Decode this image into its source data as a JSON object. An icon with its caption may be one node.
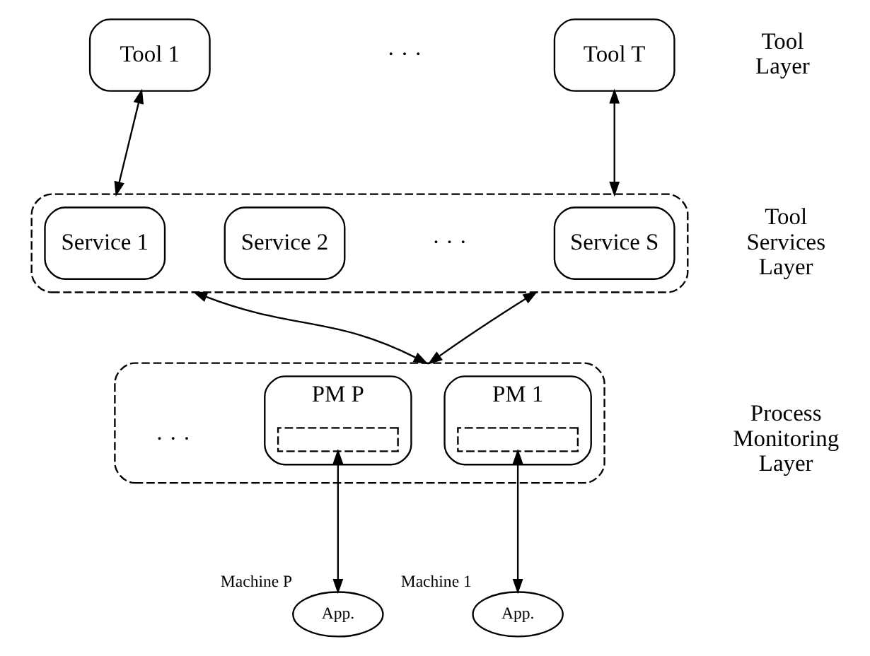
{
  "diagram": {
    "nodes": [
      {
        "text": [
          "Tool 1"
        ]
      },
      {
        "text": [
          "Tool T"
        ]
      },
      {
        "text": [],
        "shape": "box"
      },
      {
        "text": [
          "Service 1"
        ],
        "in": 2
      },
      {
        "text": [
          "Service 2"
        ],
        "in": 2
      },
      {
        "text": [
          "Service S"
        ],
        "in": 2
      },
      {
        "text": [],
        "shape": "box"
      },
      {
        "text": [
          "PM 1"
        ],
        "in": 6
      },
      {
        "text": [],
        "shape": "box",
        "in": 7
      },
      {
        "text": [
          "PM P"
        ],
        "in": 6
      },
      {
        "text": [],
        "shape": "box",
        "in": 9
      },
      {
        "text": [
          "App."
        ],
        "beside": [
          "Machine 1"
        ]
      },
      {
        "text": [
          "App."
        ],
        "beside": [
          "Machine P"
        ]
      }
    ],
    "edges": [
      {
        "from": 0,
        "to": 2,
        "arrow": "both"
      },
      {
        "from": 1,
        "to": 2,
        "arrow": "both"
      },
      {
        "from": 2,
        "to": 6,
        "arrow": "both"
      },
      {
        "from": 2,
        "to": 6,
        "arrow": "both"
      },
      {
        "from": 8,
        "to": 11,
        "arrow": "both"
      },
      {
        "from": 10,
        "to": 12,
        "arrow": "both"
      }
    ],
    "labels": [
      "· · ·",
      "Tool Layer",
      "· · ·",
      "Tool Services Layer",
      "· · ·",
      "Process Monitoring Layer"
    ]
  }
}
